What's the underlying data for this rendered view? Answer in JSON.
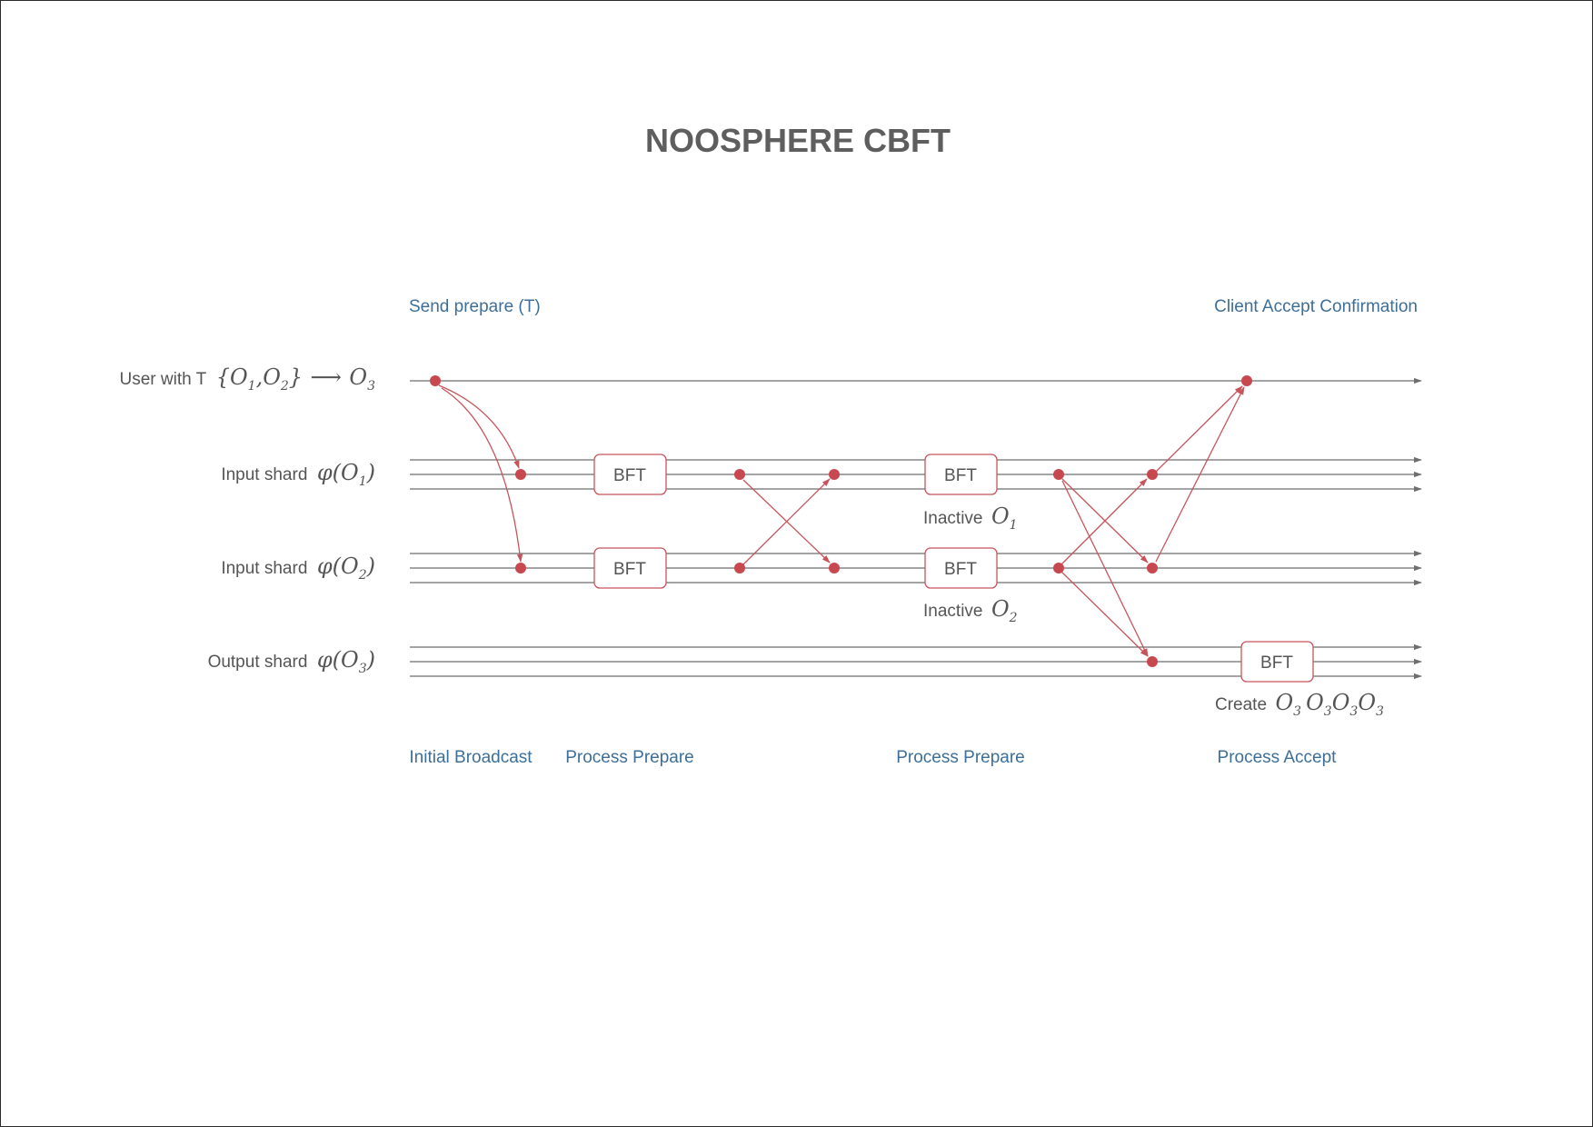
{
  "title": "NOOSPHERE CBFT",
  "phases_top": {
    "send_prepare": "Send prepare (T)",
    "client_accept": "Client Accept Confirmation"
  },
  "phases_bottom": {
    "initial_broadcast": "Initial Broadcast",
    "process_prepare_1": "Process Prepare",
    "process_prepare_2": "Process Prepare",
    "process_accept": "Process Accept"
  },
  "rows": {
    "user": {
      "label": "User with T",
      "set_open": "{O",
      "sub1": "1",
      "comma": ",O",
      "sub2": "2",
      "set_close": "}",
      "arrow": "⟶",
      "target": "O",
      "target_sub": "3"
    },
    "input_shard_1": {
      "label": "Input shard",
      "phi": "φ(O",
      "sub": "1",
      "close": ")"
    },
    "input_shard_2": {
      "label": "Input shard",
      "phi": "φ(O",
      "sub": "2",
      "close": ")"
    },
    "output_shard": {
      "label": "Output shard",
      "phi": "φ(O",
      "sub": "3",
      "close": ")"
    }
  },
  "bft_label": "BFT",
  "annotations": {
    "inactive_1": {
      "word": "Inactive",
      "obj": "O",
      "sub": "1"
    },
    "inactive_2": {
      "word": "Inactive",
      "obj": "O",
      "sub": "2"
    },
    "create": {
      "word": "Create",
      "items": [
        {
          "obj": "O",
          "sub": "3"
        },
        {
          "obj": "O",
          "sub": "3"
        },
        {
          "obj": "O",
          "sub": "3"
        },
        {
          "obj": "O",
          "sub": "3"
        }
      ]
    }
  },
  "colors": {
    "title": "#5e5e5e",
    "phase_text": "#3d6f98",
    "text": "#555555",
    "timeline": "#6e6e6e",
    "message": "#c8545b",
    "node": "#c8484f"
  }
}
